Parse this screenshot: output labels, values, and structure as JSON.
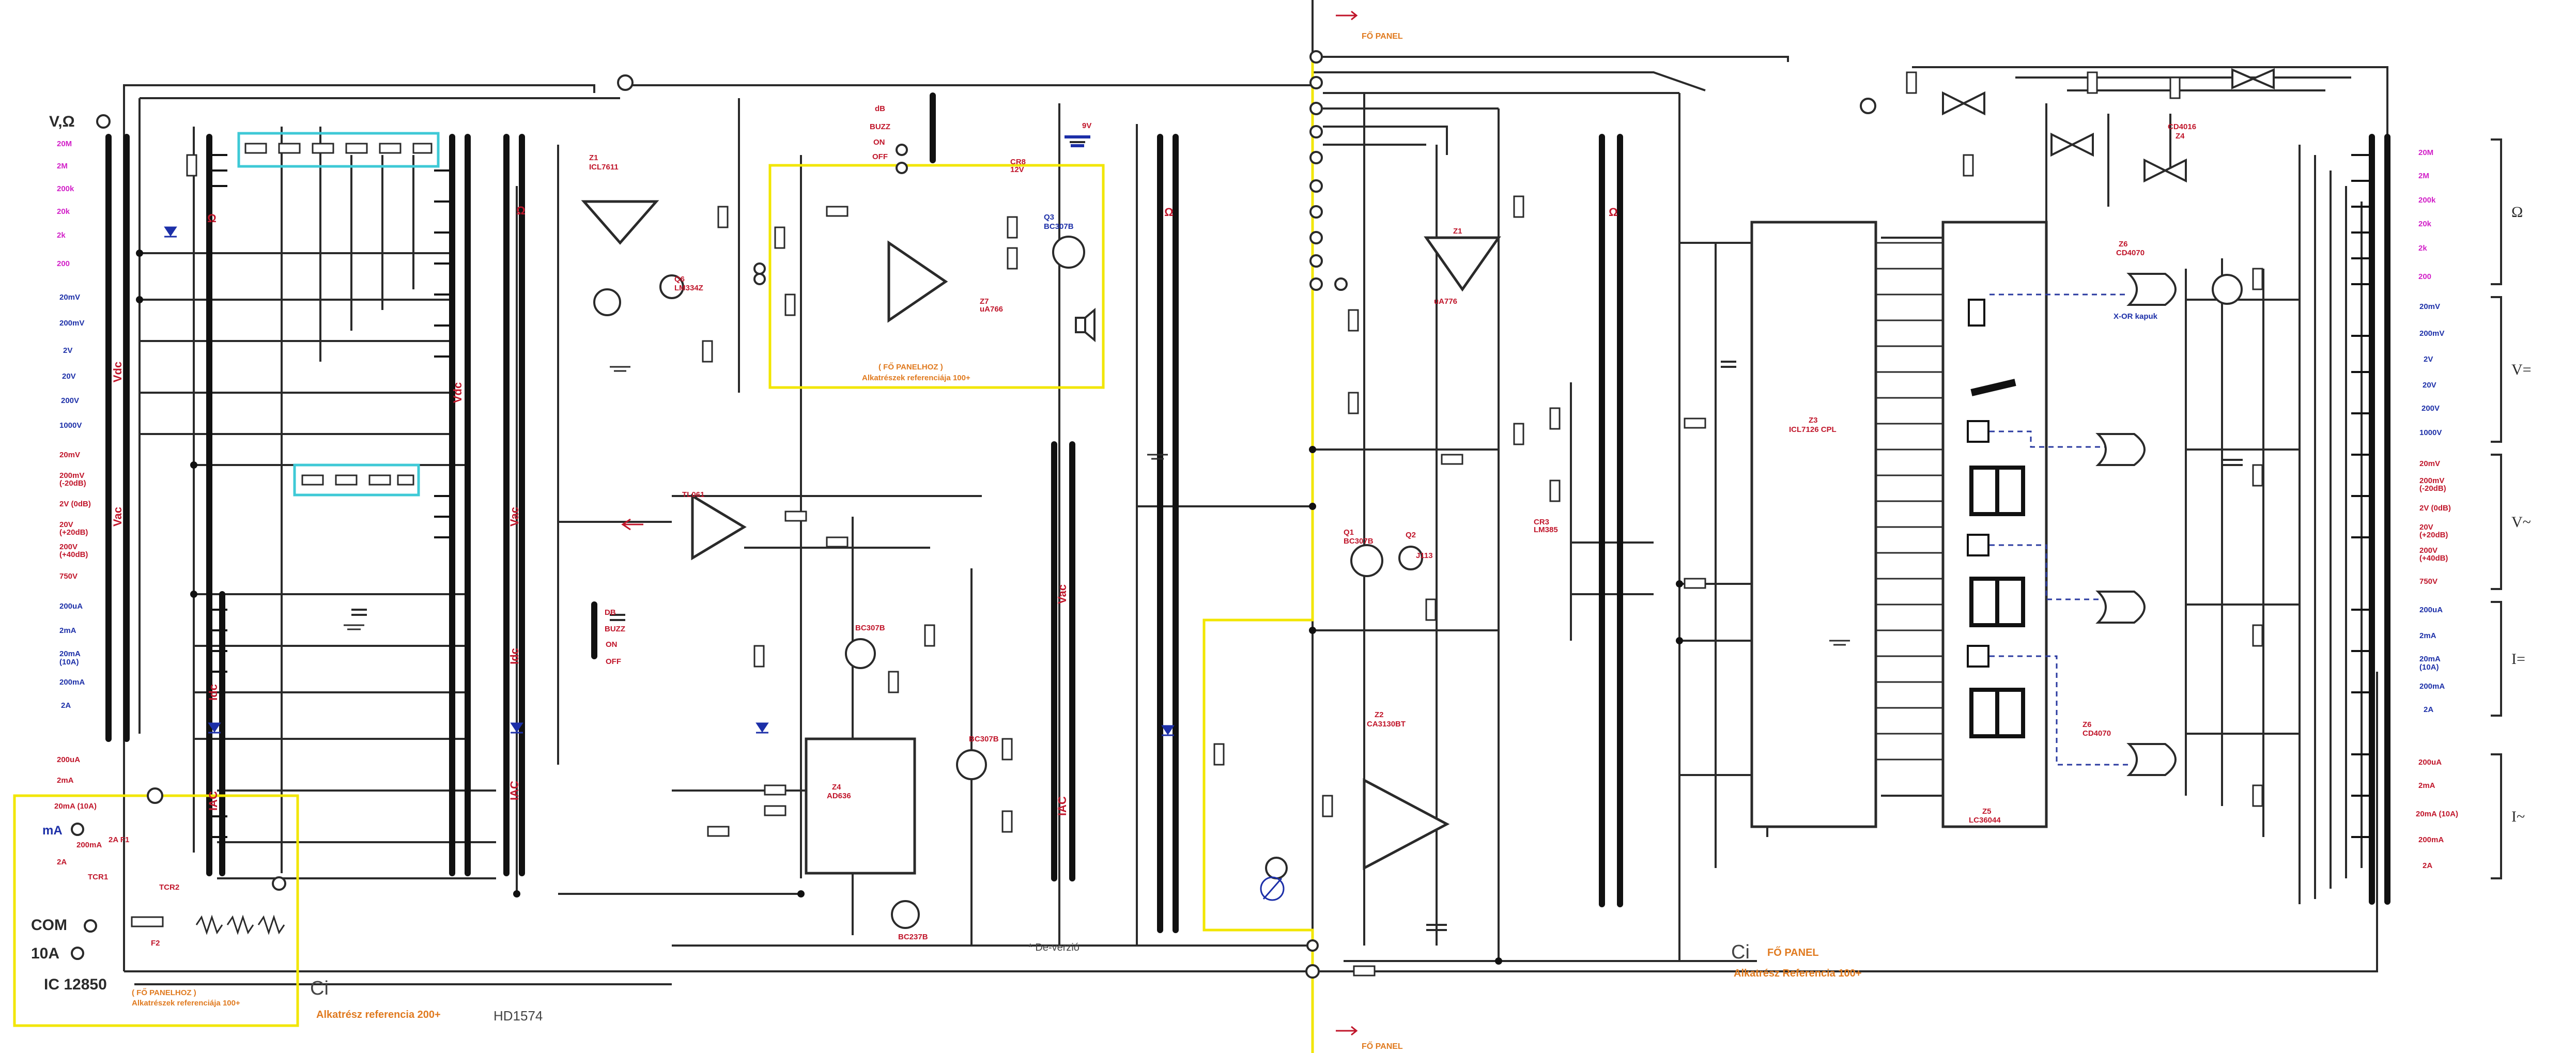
{
  "colors": {
    "ink": "#2a2a2a",
    "red": "#c0152a",
    "magenta": "#d21fc8",
    "blue": "#1c2fa8",
    "orange": "#e07a1f",
    "yellow_box": "#f2e600",
    "cyan_box": "#3ec9d6"
  },
  "panel_labels": {
    "fo_panel_top": "FŐ PANEL",
    "fo_panel_bottom": "FŐ PANEL",
    "fo_panel_right": "FŐ PANEL",
    "alkatresz_ref_100_right": "Alkatrész Referencia 100+",
    "alkatresz_ref_200": "Alkatrész referencia 200+",
    "fo_panelhoz_center": "( FŐ PANELHOZ )",
    "alkatreszek_ref_100_center": "Alkatrészek referenciája 100+",
    "fo_panelhoz_left": "( FŐ PANELHOZ )",
    "alkatreszek_ref_100_left": "Alkatrészek referenciája 100+",
    "ci_left": "Ci",
    "ci_right": "Ci"
  },
  "chips": {
    "z1_left": {
      "name": "Z1",
      "part": "ICL7611"
    },
    "q6": {
      "name": "Q6",
      "part": "LM334Z"
    },
    "q3": {
      "name": "Q3",
      "part": "BC307B"
    },
    "z7": {
      "name": "Z7",
      "part": "uA766"
    },
    "tl061": {
      "name": "TL061"
    },
    "z4": {
      "name": "Z4",
      "part": "AD636"
    },
    "bc307b_mid": "BC307B",
    "bc307b_right": "BC307B",
    "q3_bc237b": "BC237B",
    "z1_mid": {
      "name": "Z1",
      "part": "uA776"
    },
    "q1": {
      "name": "Q1",
      "part": "BC307B"
    },
    "q2": {
      "name": "Q2",
      "part": "J113"
    },
    "z2": {
      "name": "Z2",
      "part": "CA3130BT"
    },
    "z3": {
      "name": "Z3",
      "part": "ICL7126 CPL"
    },
    "z5": {
      "name": "Z5",
      "part": "LC36044"
    },
    "z6_top": {
      "name": "Z6",
      "part": "CD4070"
    },
    "z6_bottom": {
      "name": "Z6",
      "part": "CD4070"
    },
    "cd4016": {
      "part": "CD4016",
      "name": "Z4"
    },
    "cr3": {
      "name": "CR3",
      "part": "LM385"
    },
    "battery": "9V",
    "cr8": {
      "name": "CR8",
      "part": "12V"
    }
  },
  "switches": {
    "db_top": [
      "dB",
      "BUZZ",
      "ON",
      "OFF"
    ],
    "db_mid": [
      "DB",
      "BUZZ",
      "ON",
      "OFF"
    ]
  },
  "left_ranges": [
    {
      "text": "20M",
      "color": "magenta"
    },
    {
      "text": "2M",
      "color": "magenta"
    },
    {
      "text": "200k",
      "color": "magenta"
    },
    {
      "text": "20k",
      "color": "magenta"
    },
    {
      "text": "2k",
      "color": "magenta"
    },
    {
      "text": "200",
      "color": "magenta"
    },
    {
      "text": "20mV",
      "color": "blue"
    },
    {
      "text": "200mV",
      "color": "blue"
    },
    {
      "text": "2V",
      "color": "blue"
    },
    {
      "text": "20V",
      "color": "blue"
    },
    {
      "text": "200V",
      "color": "blue"
    },
    {
      "text": "1000V",
      "color": "blue"
    },
    {
      "text": "20mV",
      "color": "red"
    },
    {
      "text": "200mV",
      "color": "red"
    },
    {
      "text": "(-20dB)",
      "color": "red"
    },
    {
      "text": "2V (0dB)",
      "color": "red"
    },
    {
      "text": "20V",
      "color": "red"
    },
    {
      "text": "(+20dB)",
      "color": "red"
    },
    {
      "text": "200V",
      "color": "red"
    },
    {
      "text": "(+40dB)",
      "color": "red"
    },
    {
      "text": "750V",
      "color": "red"
    },
    {
      "text": "200uA",
      "color": "blue"
    },
    {
      "text": "2mA",
      "color": "blue"
    },
    {
      "text": "20mA",
      "color": "blue"
    },
    {
      "text": "(10A)",
      "color": "blue"
    },
    {
      "text": "200mA",
      "color": "blue"
    },
    {
      "text": "2A",
      "color": "blue"
    },
    {
      "text": "200uA",
      "color": "red"
    },
    {
      "text": "2mA",
      "color": "red"
    },
    {
      "text": "20mA (10A)",
      "color": "red"
    },
    {
      "text": "200mA",
      "color": "red"
    },
    {
      "text": "2A",
      "color": "red"
    }
  ],
  "right_ranges": [
    {
      "text": "20M",
      "color": "magenta"
    },
    {
      "text": "2M",
      "color": "magenta"
    },
    {
      "text": "200k",
      "color": "magenta"
    },
    {
      "text": "20k",
      "color": "magenta"
    },
    {
      "text": "2k",
      "color": "magenta"
    },
    {
      "text": "200",
      "color": "magenta"
    },
    {
      "text": "20mV",
      "color": "blue"
    },
    {
      "text": "200mV",
      "color": "blue"
    },
    {
      "text": "2V",
      "color": "blue"
    },
    {
      "text": "20V",
      "color": "blue"
    },
    {
      "text": "200V",
      "color": "blue"
    },
    {
      "text": "1000V",
      "color": "blue"
    },
    {
      "text": "20mV",
      "color": "red"
    },
    {
      "text": "200mV",
      "color": "red"
    },
    {
      "text": "(-20dB)",
      "color": "red"
    },
    {
      "text": "2V (0dB)",
      "color": "red"
    },
    {
      "text": "20V",
      "color": "red"
    },
    {
      "text": "(+20dB)",
      "color": "red"
    },
    {
      "text": "200V",
      "color": "red"
    },
    {
      "text": "(+40dB)",
      "color": "red"
    },
    {
      "text": "750V",
      "color": "red"
    },
    {
      "text": "200uA",
      "color": "blue"
    },
    {
      "text": "2mA",
      "color": "blue"
    },
    {
      "text": "20mA",
      "color": "blue"
    },
    {
      "text": "(10A)",
      "color": "blue"
    },
    {
      "text": "200mA",
      "color": "blue"
    },
    {
      "text": "2A",
      "color": "blue"
    },
    {
      "text": "200uA",
      "color": "red"
    },
    {
      "text": "2mA",
      "color": "red"
    },
    {
      "text": "20mA (10A)",
      "color": "red"
    },
    {
      "text": "200mA",
      "color": "red"
    },
    {
      "text": "2A",
      "color": "red"
    }
  ],
  "right_bracket_symbols": [
    "Ω",
    "V=",
    "V~",
    "I=",
    "I~"
  ],
  "rail_labels": {
    "vdc": "Vdc",
    "vac": "Vac",
    "idc": "Idc",
    "iac": "IAC"
  },
  "terminals": {
    "v_ohm": "V,Ω",
    "ma": "mA",
    "com": "COM",
    "ten_a": "10A",
    "model": "IC 12850",
    "f1": "2A F1",
    "f2": "F2",
    "tcr1": "TCR1",
    "tcr2": "TCR2"
  },
  "annotations": {
    "x_or_kapuk": "X-OR kapuk",
    "de_verzio": "* De-verzió",
    "hd1574": "HD1574"
  }
}
